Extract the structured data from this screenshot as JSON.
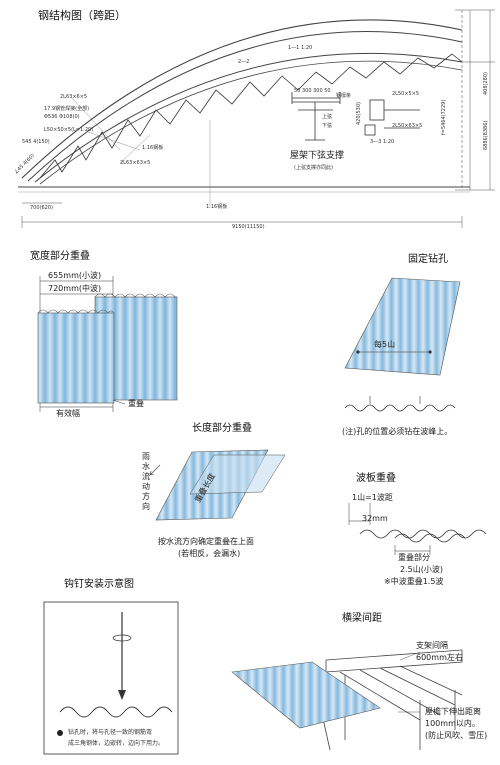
{
  "truss": {
    "title": "钢结构图（跨距）",
    "section_1_1": "1—1  1:20",
    "section_2_2": "2—2",
    "section_3_3": "3—3  1:20",
    "labels": {
      "top_chord": "2L63×6×5",
      "weld": "17.9钢管焊接(全部)",
      "pipe": "Φ536 Φ108(0)",
      "brace": "L50×50×5(L=1:20)",
      "angle_left": "545 4(150)",
      "angle_small": "∠45 4(60)",
      "bottom_chord": "2L63×63×5",
      "steel_plate": "1:16钢板",
      "steel_plate_2": "1:16钢板",
      "dim_left": "700(620)",
      "span": "9150(11150)",
      "height_total": "f=5464(7229)",
      "height_top": "408(280)",
      "height_right": "6886(8386)",
      "support_dims": "50  300  300  50",
      "support_name": "钢檩条",
      "node_a": "2L50×5×5",
      "node_b": "2L50×63×5",
      "node_c": "420(530)",
      "node_d": "上弦",
      "node_e": "下弦",
      "support_title": "屋架下弦支撑",
      "support_note": "(上弦支撑亦同此)"
    }
  },
  "width_overlap": {
    "title": "宽度部分重叠",
    "small_wave": "655mm(小波)",
    "medium_wave": "720mm(中波)",
    "effective": "有效幅",
    "overlap": "重叠"
  },
  "fix_holes": {
    "title": "固定钻孔",
    "per5": "每5山",
    "note": "(注)孔的位置必须钻在波峰上。"
  },
  "length_overlap": {
    "title": "长度部分重叠",
    "rain_flow": "雨 水 流 动 方 向",
    "overlap_label": "重叠长度",
    "caption_1": "按水流方向确定重叠在上面",
    "caption_2": "(若相反，会漏水)"
  },
  "wave_overlap": {
    "title": "波板重叠",
    "one_peak": "1山=1波距",
    "pitch": "32mm",
    "part": "重叠部分",
    "small": "2.5山(小波)",
    "medium": "※中波重叠1.5波"
  },
  "nail": {
    "title": "钩钉安装示意图",
    "caption_1": "钻孔时，将与孔径一致的钢筋弯",
    "caption_2": "成三角钢体，边嵌转，边向下用力。"
  },
  "purlin": {
    "title": "横梁间距",
    "support_spacing_1": "支架间隔",
    "support_spacing_2": "600mm左右",
    "eave_1": "屋檐下伸出距离",
    "eave_2": "100mm以内。",
    "eave_3": "(防止风吹、雪压)"
  },
  "colors": {
    "sheet_light": "#dcebf6",
    "sheet_mid": "#8fbfe0",
    "line": "#333333"
  }
}
